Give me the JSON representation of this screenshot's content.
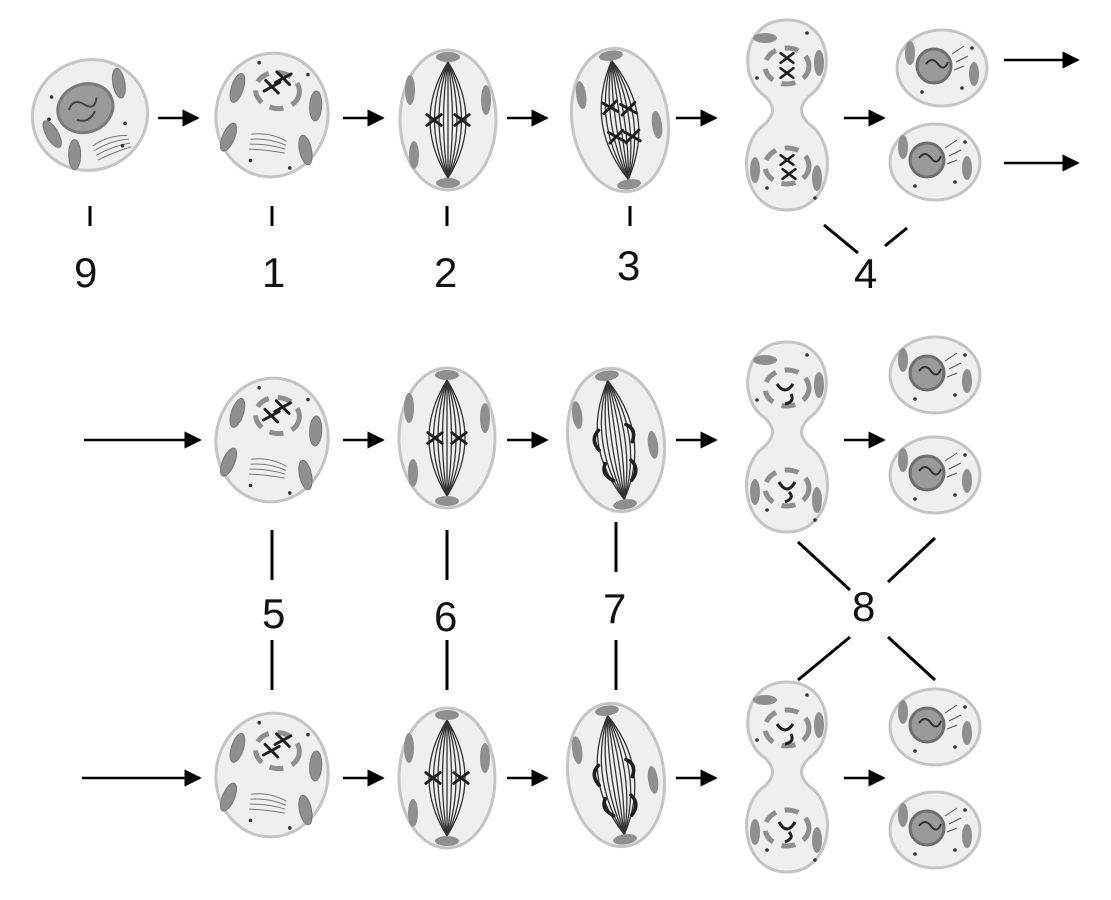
{
  "labels": {
    "stage_9": "9",
    "stage_1": "1",
    "stage_2": "2",
    "stage_3": "3",
    "stage_4": "4",
    "stage_5": "5",
    "stage_6": "6",
    "stage_7": "7",
    "stage_8": "8"
  },
  "colors": {
    "cell_fill": "#efefef",
    "cell_stroke": "#c4c4c4",
    "organelle": "#8f8f8f",
    "chromatin": "#6e6e6e",
    "chromosome": "#1e1e1e",
    "spindle": "#333333",
    "arrow": "#000000",
    "leader_line": "#000000"
  },
  "rows": [
    {
      "row": "meiosis-I-row",
      "sequence": [
        "interphase",
        "prophase",
        "metaphase",
        "anaphase",
        "telophase-cytokinesis",
        "daughter-cells"
      ],
      "label_stages": [
        "9",
        "1",
        "2",
        "3",
        "4"
      ]
    },
    {
      "row": "meiosis-II-row-a",
      "sequence": [
        "prophase",
        "metaphase",
        "anaphase",
        "telophase-cytokinesis",
        "daughter-cells"
      ],
      "label_stages": [
        "5",
        "6",
        "7",
        "8"
      ]
    },
    {
      "row": "meiosis-II-row-b",
      "sequence": [
        "prophase",
        "metaphase",
        "anaphase",
        "telophase-cytokinesis",
        "daughter-cells"
      ],
      "label_stages": [
        "5",
        "6",
        "7",
        "8"
      ]
    }
  ]
}
